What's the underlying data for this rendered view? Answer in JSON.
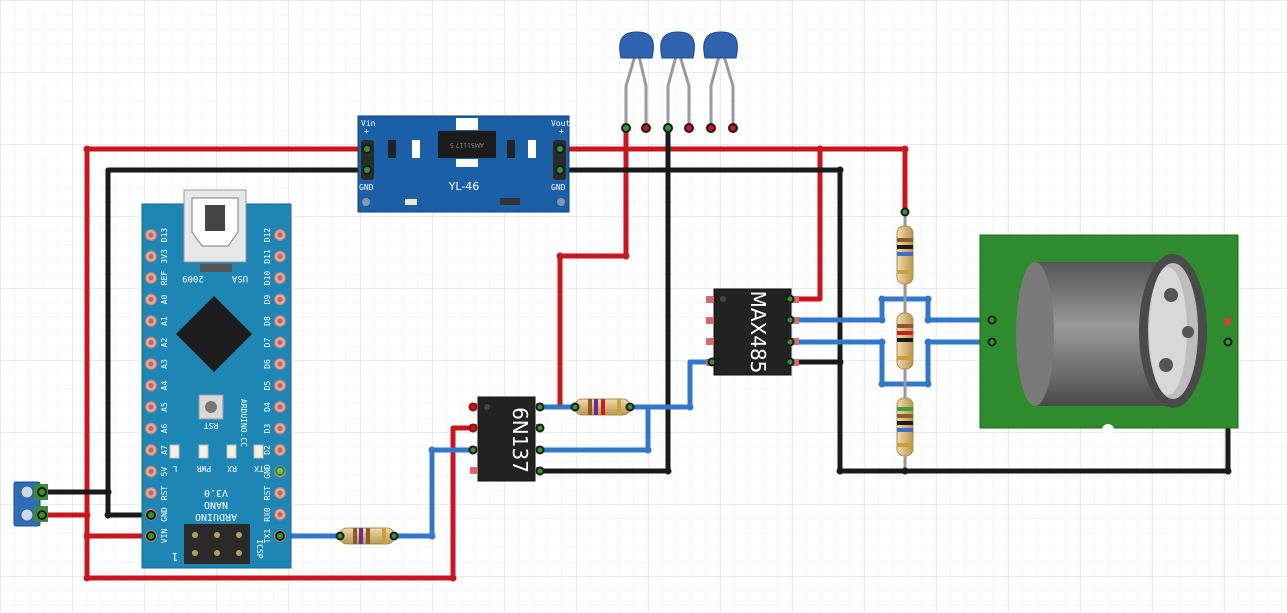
{
  "regulator": {
    "name": "YL-46",
    "vin_label": "Vin",
    "vout_label": "Vout",
    "gnd_label": "GND",
    "plus_label": "+",
    "ic_marking": "AMS1117 5"
  },
  "arduino": {
    "left_pins": [
      "D13",
      "3V3",
      "REF",
      "A0",
      "A1",
      "A2",
      "A3",
      "A4",
      "A5",
      "A6",
      "A7",
      "5V",
      "RST",
      "GND",
      "VIN"
    ],
    "right_pins": [
      "D12",
      "D11",
      "D10",
      "D9",
      "D8",
      "D7",
      "D6",
      "D5",
      "D4",
      "D3",
      "D2",
      "GND",
      "RST",
      "RX0",
      "TX1"
    ],
    "year": "2009",
    "country": "USA",
    "rst_label": "RST",
    "site": "ARDUINO.CC",
    "leds": [
      "L",
      "PWR",
      "RX",
      "TX"
    ],
    "version": "V3.0",
    "model": "NANO",
    "brand": "ARDUINO",
    "icsp": "ICSP",
    "pin1": "1"
  },
  "ics": {
    "optocoupler": "6N137",
    "transceiver": "MAX485"
  },
  "colors": {
    "wire_red": "#c8161e",
    "wire_black": "#1a1a1a",
    "wire_blue": "#3278c8",
    "board_blue": "#1b5fa6",
    "arduino_teal": "#1d86b4",
    "pcb_green": "#2e8b2e"
  }
}
